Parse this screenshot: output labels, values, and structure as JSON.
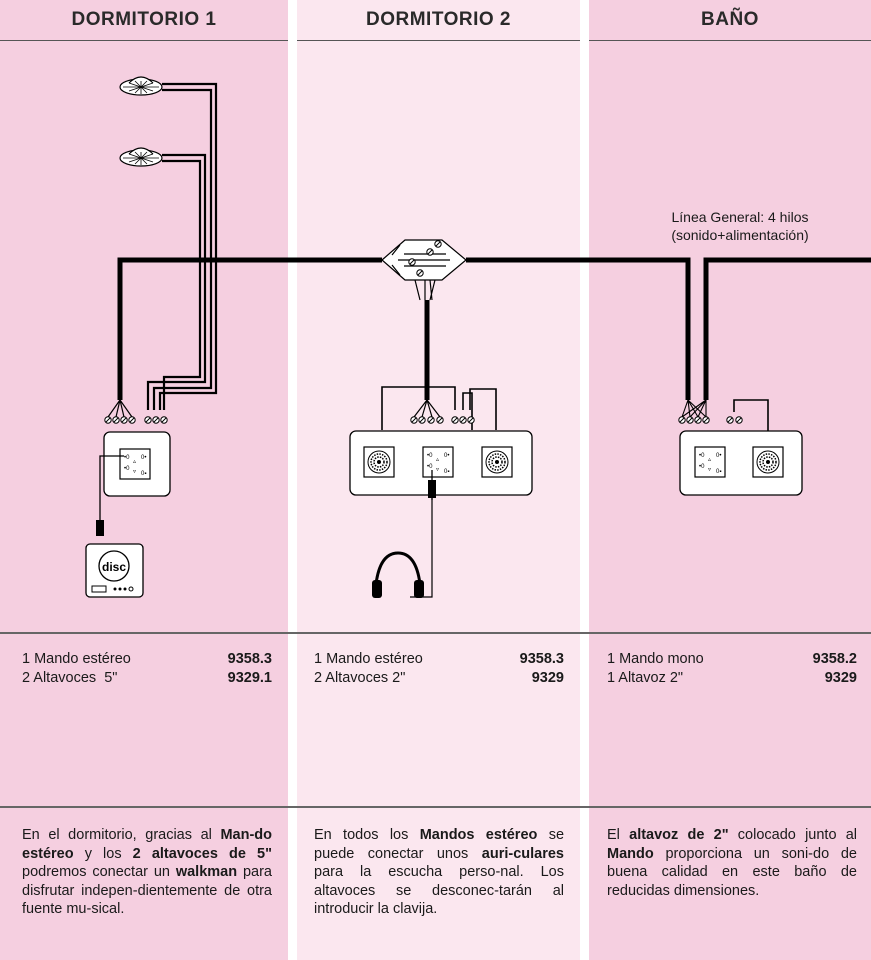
{
  "columns": [
    {
      "header": "DORMITORIO 1",
      "bg": "#f5cfe0",
      "parts": [
        {
          "name": "1 Mando estéreo",
          "code": "9358.3"
        },
        {
          "name": "2 Altavoces  5\"",
          "code": "9329.1"
        }
      ],
      "desc": [
        {
          "t": "En el dormitorio, gracias al ",
          "b": false
        },
        {
          "t": "Man-do estéreo",
          "b": true
        },
        {
          "t": " y los ",
          "b": false
        },
        {
          "t": "2 altavoces de 5\"",
          "b": true
        },
        {
          "t": " podremos conectar un ",
          "b": false
        },
        {
          "t": "walkman",
          "b": true
        },
        {
          "t": " para disfrutar indepen-dientemente de otra fuente mu-sical.",
          "b": false
        }
      ]
    },
    {
      "header": "DORMITORIO 2",
      "bg": "#fbe7ef",
      "parts": [
        {
          "name": "1 Mando estéreo",
          "code": "9358.3"
        },
        {
          "name": "2 Altavoces 2\"",
          "code": "9329"
        }
      ],
      "desc": [
        {
          "t": "En todos los ",
          "b": false
        },
        {
          "t": "Mandos estéreo",
          "b": true
        },
        {
          "t": " se puede conectar unos ",
          "b": false
        },
        {
          "t": "auri-culares",
          "b": true
        },
        {
          "t": " para la escucha perso-nal. Los altavoces se desconec-tarán al introducir la clavija.",
          "b": false
        }
      ]
    },
    {
      "header": "BAÑO",
      "bg": "#f5cfe0",
      "parts": [
        {
          "name": "1 Mando mono",
          "code": "9358.2"
        },
        {
          "name": "1 Altavoz 2\"",
          "code": "9329"
        }
      ],
      "desc": [
        {
          "t": "El ",
          "b": false
        },
        {
          "t": "altavoz de 2\"",
          "b": true
        },
        {
          "t": " colocado junto al ",
          "b": false
        },
        {
          "t": "Mando",
          "b": true
        },
        {
          "t": " proporciona un soni-do de buena calidad en este baño de reducidas dimensiones.",
          "b": false
        }
      ]
    }
  ],
  "linea_general": [
    "Línea General: 4 hilos",
    "(sonido+alimentación)"
  ],
  "colors": {
    "pink": "#f5cfe0",
    "light_pink": "#fbe7ef",
    "line": "#000000"
  }
}
